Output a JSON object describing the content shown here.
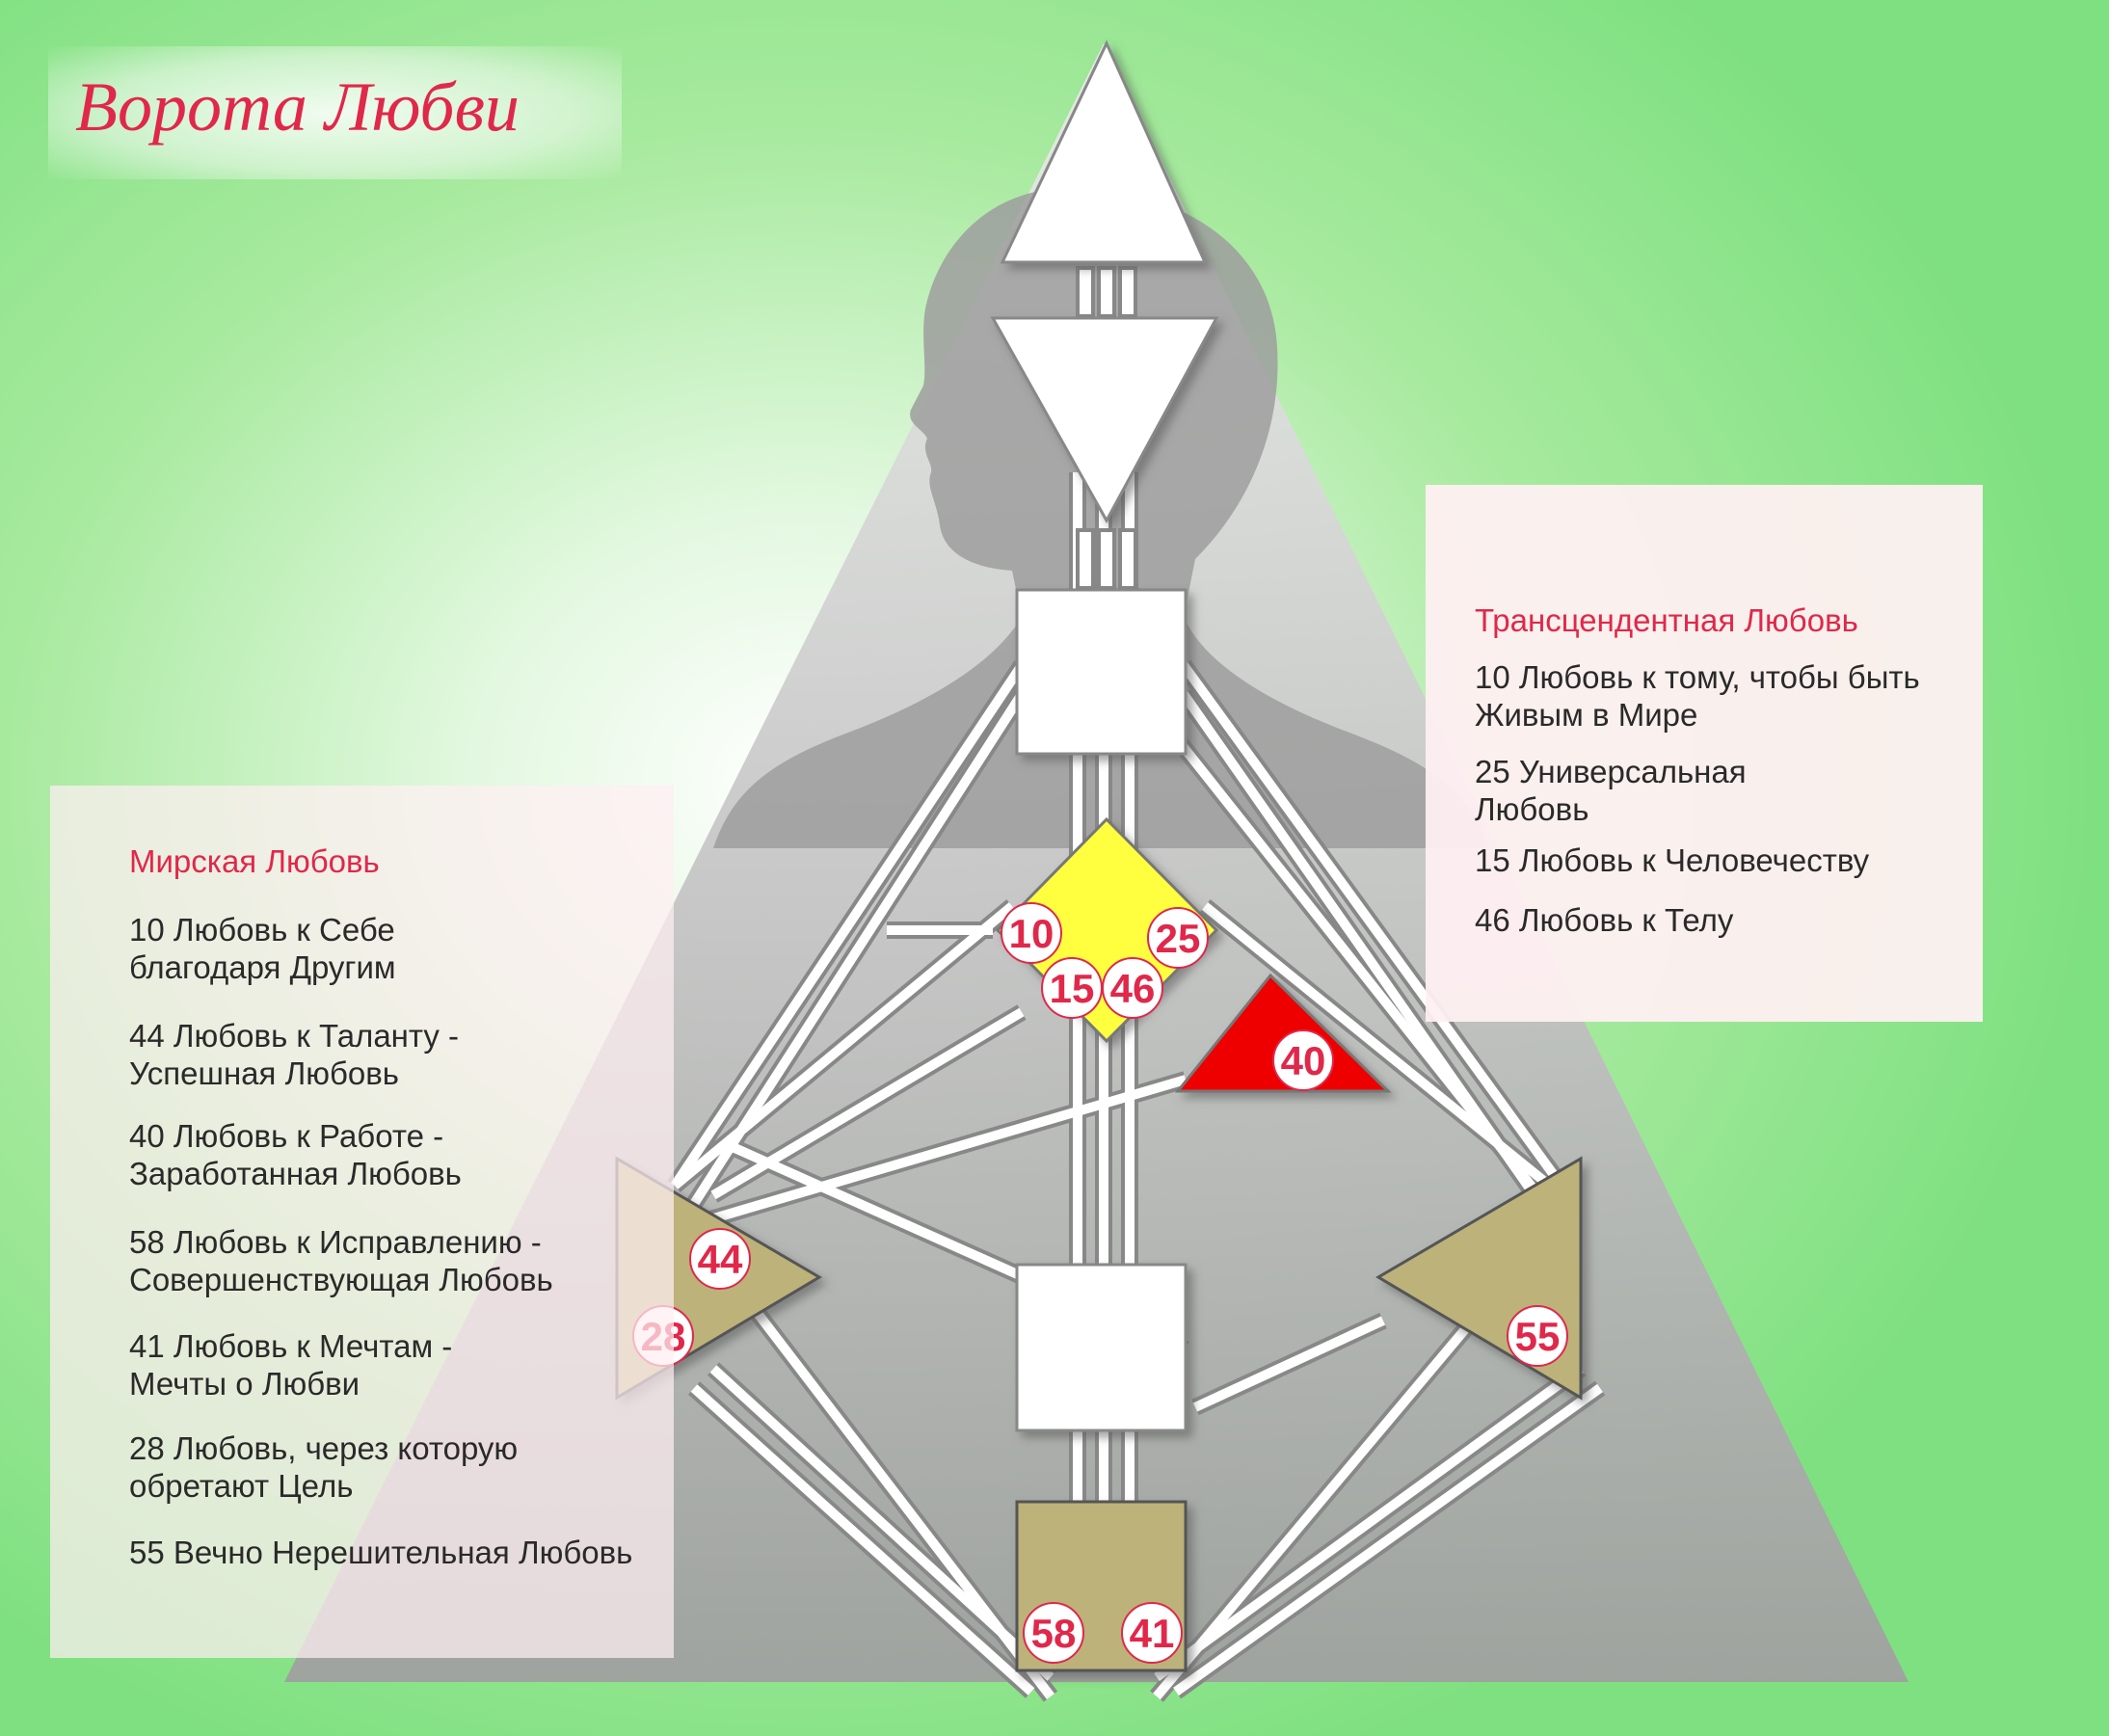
{
  "title": "Ворота Любви",
  "left_panel": {
    "heading": "Мирская Любовь",
    "items": [
      "10 Любовь к Себе\nблагодаря Другим",
      "44 Любовь к Таланту -\nУспешная Любовь",
      "40 Любовь к Работе -\nЗаработанная Любовь",
      "58 Любовь к Исправлению -\nСовершенствующая Любовь",
      "41 Любовь к Мечтам -\nМечты о Любви",
      "28 Любовь, через которую\nобретают Цель",
      "55 Вечно Нерешительная Любовь"
    ]
  },
  "right_panel": {
    "heading": "Трансцендентная Любовь",
    "items": [
      "10 Любовь к тому, чтобы быть\nЖивым в Мире",
      "25 Универсальная\nЛюбовь",
      "15 Любовь к Человечеству",
      "46 Любовь к Телу"
    ]
  },
  "gates": [
    "10",
    "25",
    "15",
    "46",
    "40",
    "44",
    "28",
    "55",
    "58",
    "41"
  ],
  "colors": {
    "background": "#7ee080",
    "accent_text": "#e0284a",
    "g_center": "#ffff40",
    "ego_center": "#ee0000",
    "spleen_solar_root": "#bcb27a",
    "center_white": "#ffffff",
    "pyramid_gray": "#a8a8a8"
  }
}
